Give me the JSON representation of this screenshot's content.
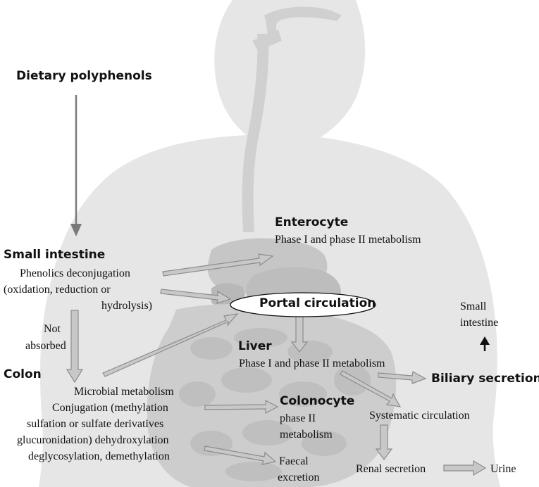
{
  "nodes": {
    "dietary_polyphenols": "Dietary polyphenols",
    "small_intestine": "Small intestine",
    "small_intestine_desc": "Phenolics deconjugation",
    "small_intestine_desc2": "(oxidation, reduction or",
    "small_intestine_desc3": "hydrolysis)",
    "not_absorbed_1": "Not",
    "not_absorbed_2": "absorbed",
    "colon": "Colon",
    "colon_desc_1": "Microbial metabolism",
    "colon_desc_2": "Conjugation (methylation",
    "colon_desc_3": "sulfation or sulfate derivatives",
    "colon_desc_4": "glucuronidation) dehydroxylation",
    "colon_desc_5": "deglycosylation, demethylation",
    "enterocyte": "Enterocyte",
    "enterocyte_desc": "Phase I and phase II metabolism",
    "portal_circulation": "Portal circulation",
    "liver": "Liver",
    "liver_desc": "Phase I and phase II metabolism",
    "colonocyte": "Colonocyte",
    "colonocyte_desc_1": "phase II",
    "colonocyte_desc_2": "metabolism",
    "faecal_1": "Faecal",
    "faecal_2": "excretion",
    "small_intestine_right_1": "Small",
    "small_intestine_right_2": "intestine",
    "biliary_secretion": "Biliary secretion",
    "systematic_circulation": "Systematic circulation",
    "renal_secretion": "Renal secretion",
    "urine": "Urine"
  },
  "colors": {
    "silhouette": "#e6e6e6",
    "organs": "#d2d2d2",
    "organs_dark": "#c3c3c3",
    "arrow_fill": "#c8c8c8",
    "arrow_stroke": "#8c8c8c",
    "arrow_dark": "#7a7a7a",
    "text": "#111111"
  }
}
